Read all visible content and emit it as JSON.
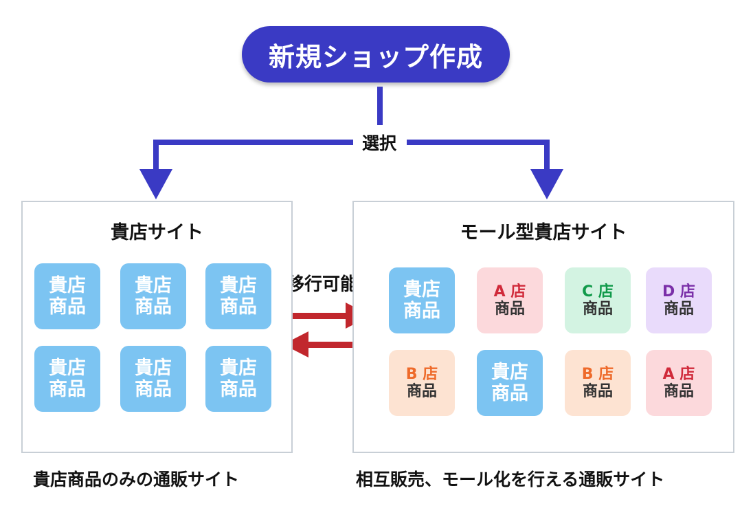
{
  "title": "新規ショップ作成",
  "select_label": "選択",
  "migrate_label": "移行可能",
  "left_panel": {
    "title": "貴店サイト",
    "caption": "貴店商品のみの通販サイト",
    "tiles": [
      {
        "l1": "貴店",
        "l2": "商品"
      },
      {
        "l1": "貴店",
        "l2": "商品"
      },
      {
        "l1": "貴店",
        "l2": "商品"
      },
      {
        "l1": "貴店",
        "l2": "商品"
      },
      {
        "l1": "貴店",
        "l2": "商品"
      },
      {
        "l1": "貴店",
        "l2": "商品"
      }
    ]
  },
  "right_panel": {
    "title": "モール型貴店サイト",
    "caption": "相互販売、モール化を行える通販サイト",
    "tiles": [
      {
        "l1": "貴店",
        "l2": "商品"
      },
      {
        "l1": "A 店",
        "l2": "商品"
      },
      {
        "l1": "C 店",
        "l2": "商品"
      },
      {
        "l1": "D 店",
        "l2": "商品"
      },
      {
        "l1": "B 店",
        "l2": "商品"
      },
      {
        "l1": "貴店",
        "l2": "商品"
      },
      {
        "l1": "B 店",
        "l2": "商品"
      },
      {
        "l1": "A 店",
        "l2": "商品"
      }
    ]
  },
  "colors": {
    "primary": "#3a3ac4",
    "migrate_arrow": "#c1272d",
    "own_tile": "#7cc4f2",
    "shop_a": "#fcd9dc",
    "shop_b": "#fde3d2",
    "shop_c": "#d3f3e2",
    "shop_d": "#e9dbfb"
  }
}
